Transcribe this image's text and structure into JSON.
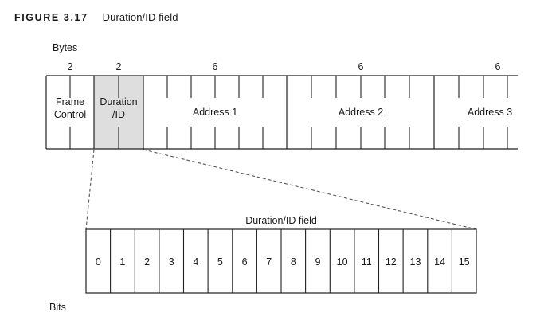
{
  "figure": {
    "label": "FIGURE 3.17",
    "caption": "Duration/ID field"
  },
  "frame_diagram": {
    "unit_label": "Bytes",
    "fields": [
      {
        "name_line1": "Frame",
        "name_line2": "Control",
        "bytes": "2",
        "highlighted": false
      },
      {
        "name_line1": "Duration",
        "name_line2": "/ID",
        "bytes": "2",
        "highlighted": true
      },
      {
        "name_line1": "Address 1",
        "name_line2": "",
        "bytes": "6",
        "highlighted": false
      },
      {
        "name_line1": "Address 2",
        "name_line2": "",
        "bytes": "6",
        "highlighted": false
      },
      {
        "name_line1": "Address 3",
        "name_line2": "",
        "bytes": "6",
        "highlighted": false
      }
    ],
    "highlight_color": "#dedede",
    "line_color": "#231f20"
  },
  "detail_diagram": {
    "title": "Duration/ID field",
    "unit_label": "Bits",
    "bits": [
      "0",
      "1",
      "2",
      "3",
      "4",
      "5",
      "6",
      "7",
      "8",
      "9",
      "10",
      "11",
      "12",
      "13",
      "14",
      "15"
    ]
  },
  "leader_lines": {
    "style": "dashed",
    "color": "#555555"
  }
}
